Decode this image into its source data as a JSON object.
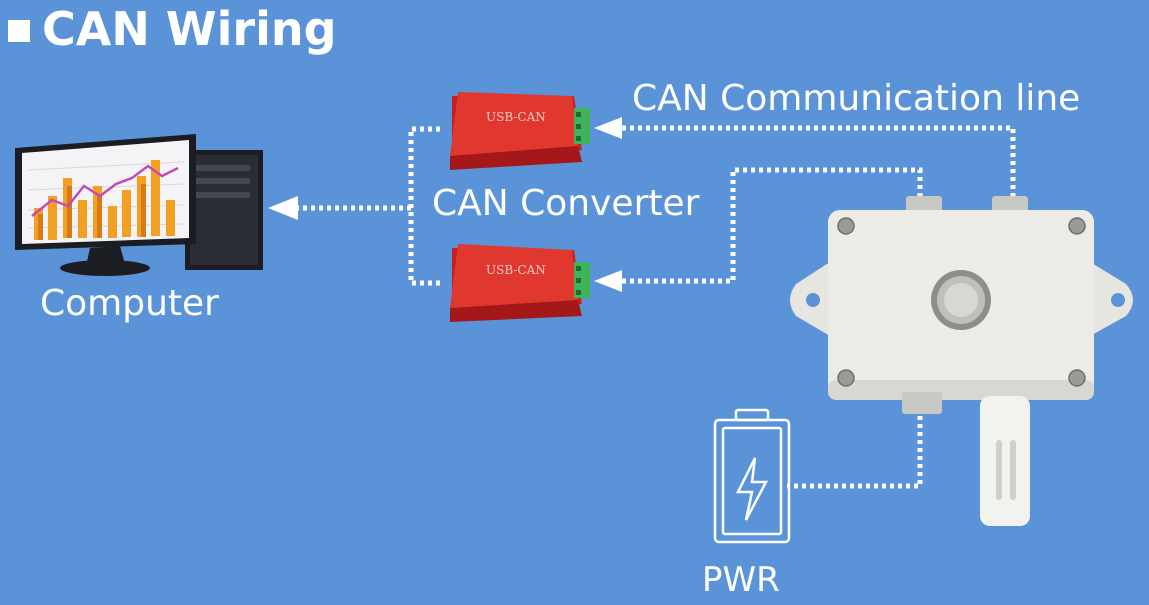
{
  "title": "CAN Wiring",
  "labels": {
    "computer": "Computer",
    "converter": "CAN Converter",
    "communication_line": "CAN Communication line",
    "power": "PWR"
  },
  "devices": {
    "converter_text": "USB-CAN"
  },
  "colors": {
    "background": "#5b93d9",
    "foreground": "#ffffff",
    "converter_body": "#d92f2a",
    "connector": "#3fb35a",
    "enclosure": "#ecebe6",
    "chart_bar": "#f2a024",
    "chart_line": "#c24bb8"
  }
}
